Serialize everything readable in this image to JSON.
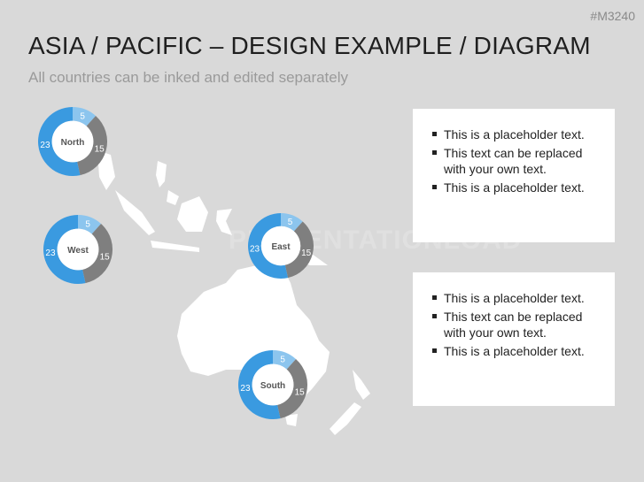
{
  "tag": "#M3240",
  "title": "ASIA / PACIFIC – DESIGN EXAMPLE / DIAGRAM",
  "subtitle": "All countries can be inked and edited separately",
  "watermark": "PRESENTATIONLOAD",
  "colors": {
    "background": "#d9d9d9",
    "light_blue": "#8cc5ee",
    "gray": "#7f7f7f",
    "blue": "#3a9ae0",
    "map": "#ffffff"
  },
  "donuts": [
    {
      "label": "North",
      "values": [
        5,
        15,
        23
      ]
    },
    {
      "label": "West",
      "values": [
        5,
        15,
        23
      ]
    },
    {
      "label": "East",
      "values": [
        5,
        15,
        23
      ]
    },
    {
      "label": "South",
      "values": [
        5,
        15,
        23
      ]
    }
  ],
  "boxes": [
    {
      "items": [
        "This is a placeholder text.",
        "This text can be replaced with your own text.",
        "This is a placeholder text."
      ]
    },
    {
      "items": [
        "This is a placeholder text.",
        "This text can be replaced with your own text.",
        "This is a placeholder text."
      ]
    }
  ]
}
